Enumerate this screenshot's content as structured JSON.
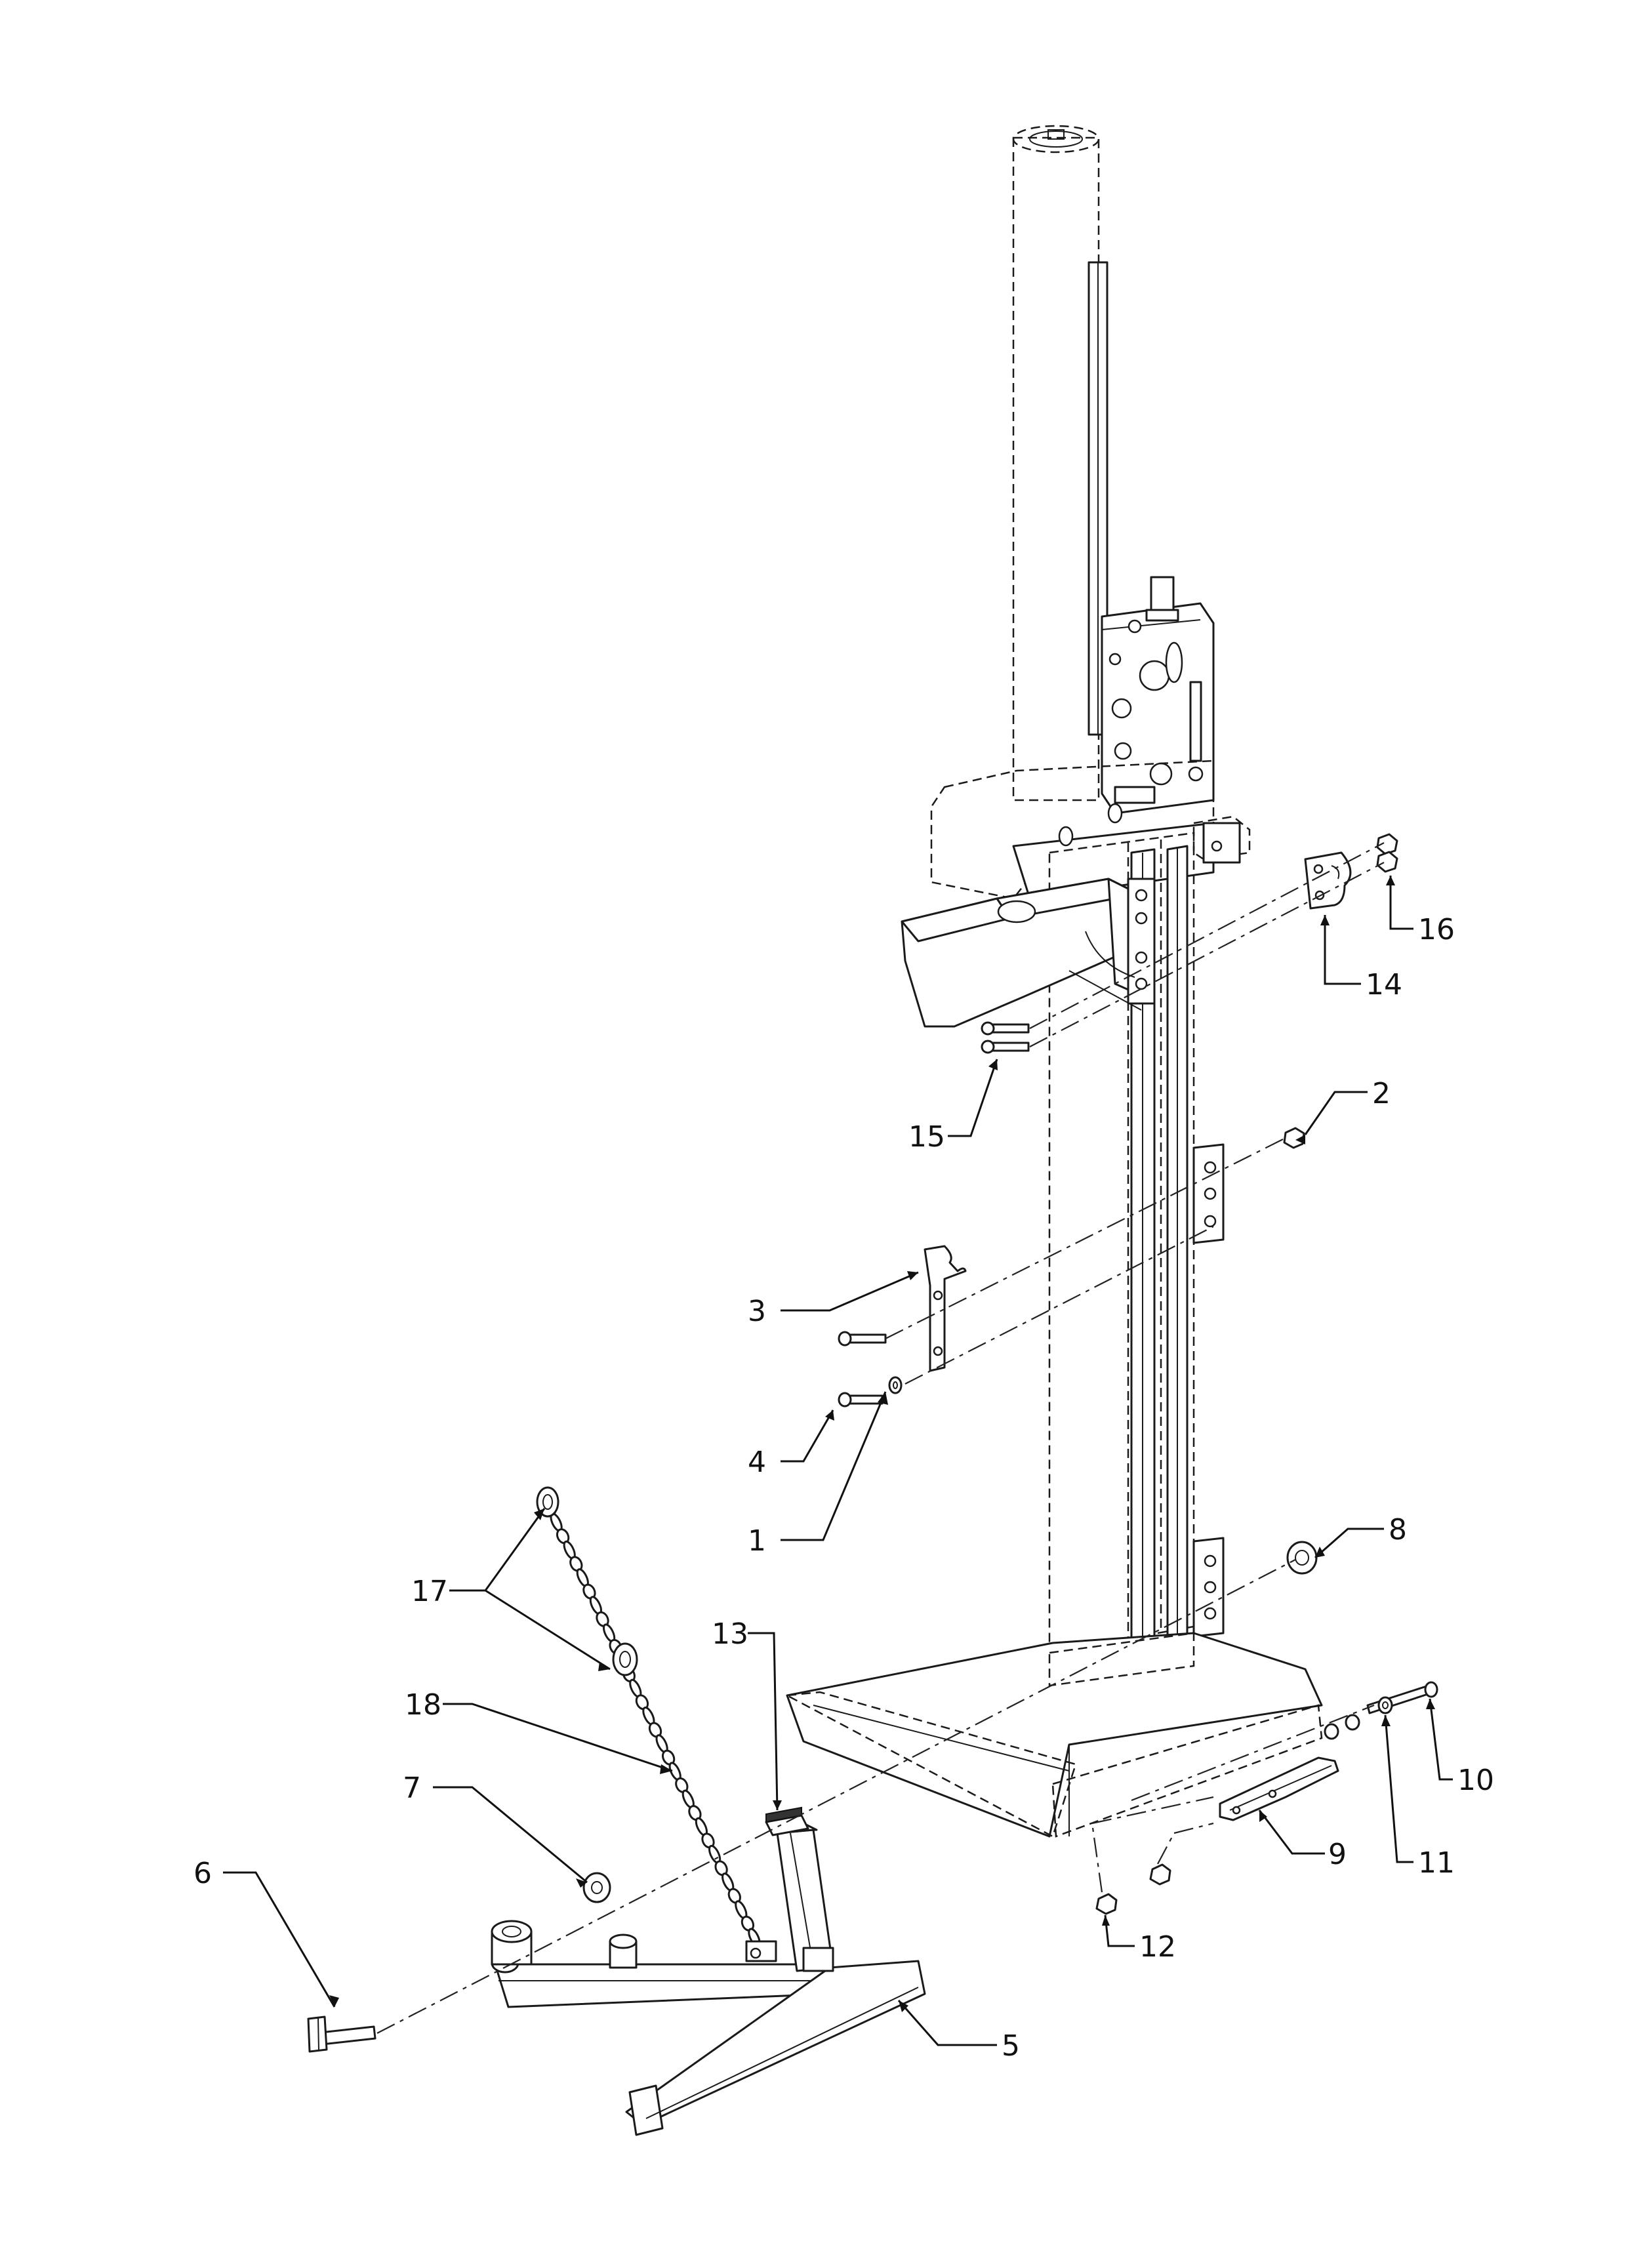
{
  "diagram": {
    "kind": "exploded-parts-view",
    "callouts": [
      {
        "id": "c1",
        "text": "1"
      },
      {
        "id": "c2",
        "text": "2"
      },
      {
        "id": "c3",
        "text": "3"
      },
      {
        "id": "c4",
        "text": "4"
      },
      {
        "id": "c5",
        "text": "5"
      },
      {
        "id": "c6",
        "text": "6"
      },
      {
        "id": "c7",
        "text": "7"
      },
      {
        "id": "c8",
        "text": "8"
      },
      {
        "id": "c9",
        "text": "9"
      },
      {
        "id": "c10",
        "text": "10"
      },
      {
        "id": "c11",
        "text": "11"
      },
      {
        "id": "c12",
        "text": "12"
      },
      {
        "id": "c13",
        "text": "13"
      },
      {
        "id": "c14",
        "text": "14"
      },
      {
        "id": "c15",
        "text": "15"
      },
      {
        "id": "c16",
        "text": "16"
      },
      {
        "id": "c17",
        "text": "17"
      },
      {
        "id": "c18",
        "text": "18"
      }
    ]
  },
  "colors": {
    "line": "#1a1a1a",
    "background": "#ffffff"
  }
}
